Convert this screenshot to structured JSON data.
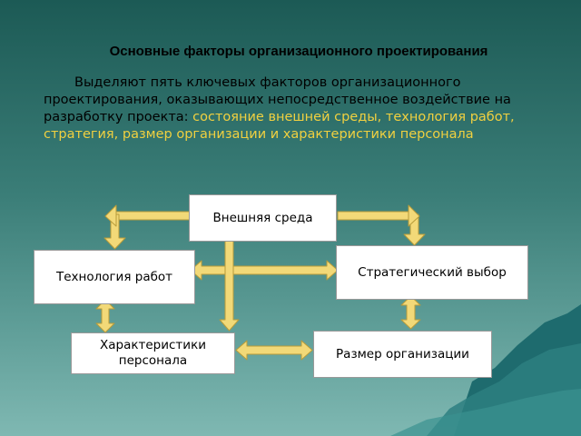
{
  "slide": {
    "title": "Основные факторы организационного проектирования",
    "intro": "Выделяют пять ключевых факторов организационного проектирования, оказывающих непосредственное воздействие на разработку проекта:",
    "factors_highlight": "состояние внешней среды, технология работ, стратегия, размер организации и характеристики персонала"
  },
  "diagram": {
    "nodes": {
      "external": "Внешняя среда",
      "technology": "Технология работ",
      "strategy": "Стратегический выбор",
      "personnel": "Характеристики персонала",
      "size": "Размер организации"
    },
    "small_mark": "0",
    "arrow_color": "#f2d978",
    "arrow_stroke": "#b89c3a"
  }
}
